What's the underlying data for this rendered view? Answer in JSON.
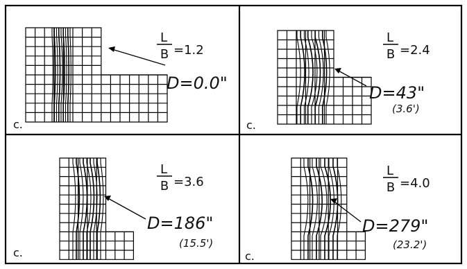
{
  "panels": [
    {
      "id": "a",
      "corner": "c.",
      "ratio_label": "=1.2",
      "disp_label": "D=0.0\"",
      "disp_paren": ""
    },
    {
      "id": "b",
      "corner": "c.",
      "ratio_label": "=2.4",
      "disp_label": "D=43\"",
      "disp_paren": "(3.6')"
    },
    {
      "id": "c",
      "corner": "c.",
      "ratio_label": "=3.6",
      "disp_label": "D=186\"",
      "disp_paren": "(15.5')"
    },
    {
      "id": "d",
      "corner": "c.",
      "ratio_label": "=4.0",
      "disp_label": "D=279\"",
      "disp_paren": "(23.2')"
    }
  ],
  "fraction": {
    "numerator": "L",
    "denominator": "B"
  }
}
